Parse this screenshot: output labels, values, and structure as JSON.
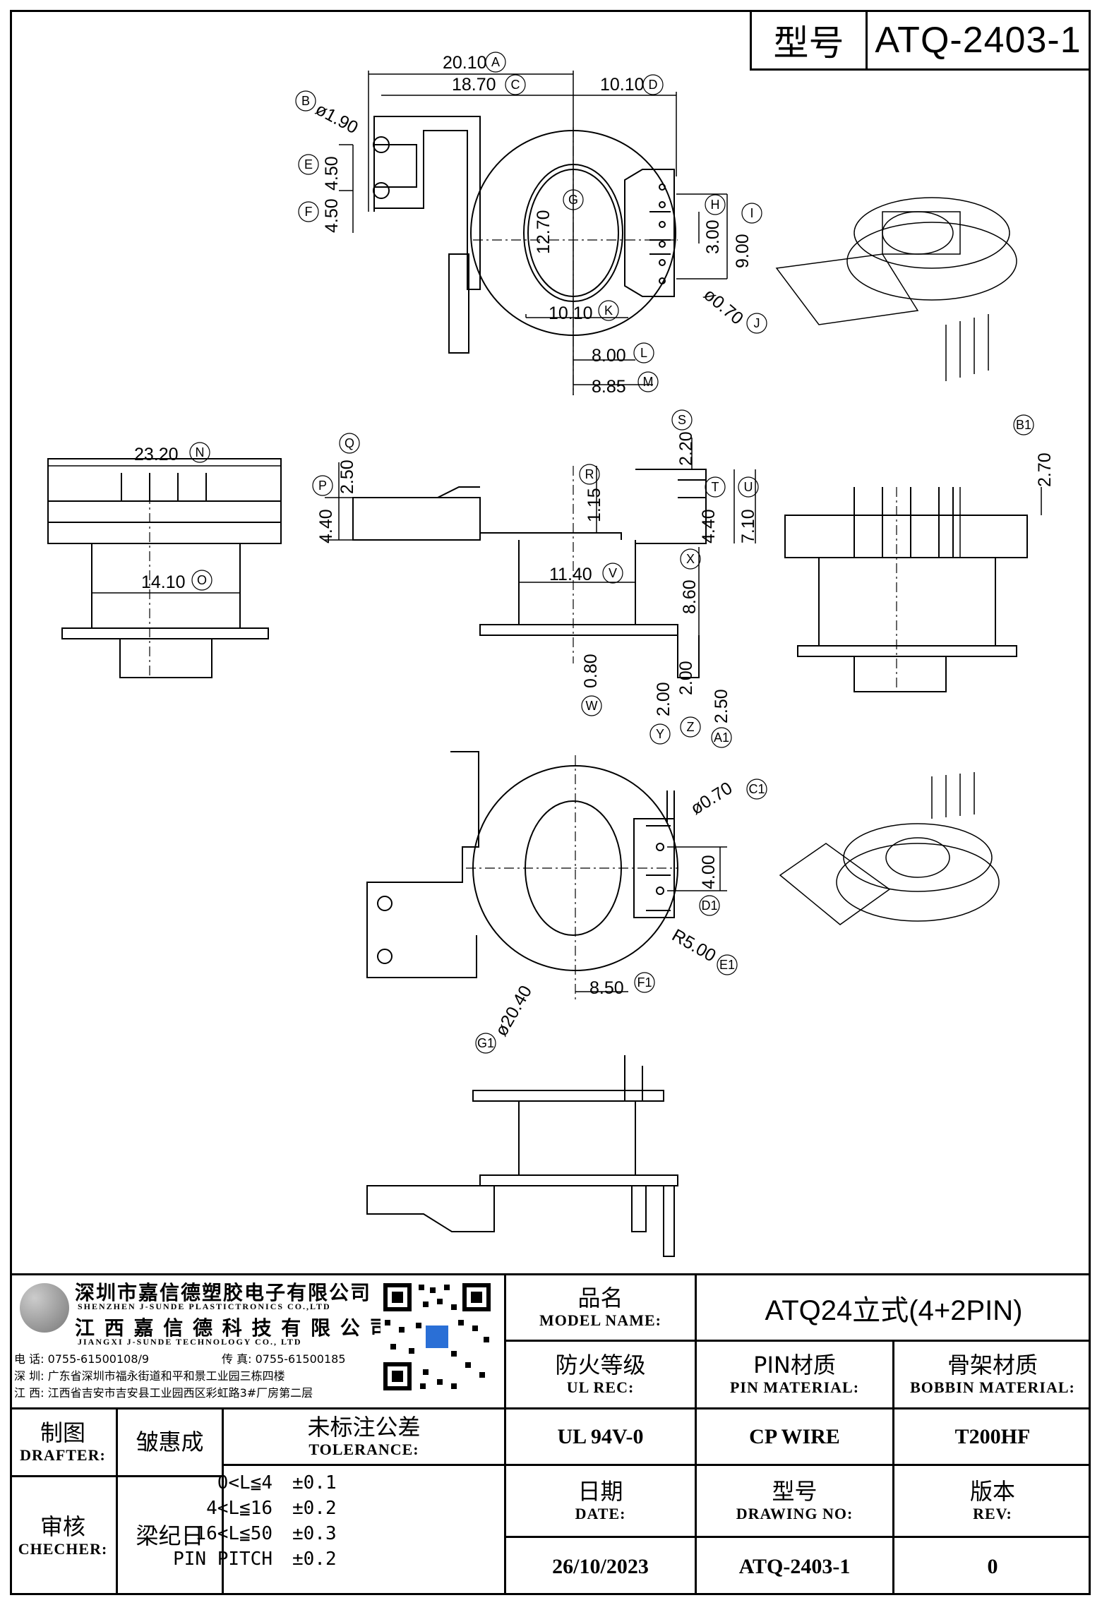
{
  "header": {
    "type_label": "型号",
    "type_value": "ATQ-2403-1"
  },
  "dimensions": {
    "A": "20.10",
    "B": "ø1.90",
    "C": "18.70",
    "D": "10.10",
    "E": "4.50",
    "F": "4.50",
    "G": "12.70",
    "H": "3.00",
    "I": "9.00",
    "J": "ø0.70",
    "K": "10.10",
    "L": "8.00",
    "M": "8.85",
    "N": "23.20",
    "O": "14.10",
    "P": "4.40",
    "Q": "2.50",
    "R": "1.15",
    "S": "2.20",
    "T": "4.40",
    "U": "7.10",
    "V": "11.40",
    "W": "0.80",
    "X": "8.60",
    "Y": "2.00",
    "Z": "2.00",
    "A1": "2.50",
    "B1": "2.70",
    "C1": "ø0.70",
    "D1": "4.00",
    "E1": "R5.00",
    "F1": "8.50",
    "G1": "ø20.40"
  },
  "company": {
    "name_cn_1": "深圳市嘉信德塑胶电子有限公司",
    "name_en_1": "SHENZHEN J-SUNDE PLASTICTRONICS CO.,LTD",
    "name_cn_2": "江 西 嘉 信 德 科 技 有 限 公 司",
    "name_en_2": "JIANGXI J-SUNDE TECHNOLOGY CO., LTD",
    "phone": "电 话: 0755-61500108/9",
    "fax": "传 真: 0755-61500185",
    "addr_sz": "深 圳: 广东省深圳市福永街道和平和景工业园三栋四楼",
    "addr_jx": "江 西: 江西省吉安市吉安县工业园西区彩虹路3#厂房第二层"
  },
  "title_block": {
    "model_name_cn": "品名",
    "model_name_en": "MODEL NAME:",
    "model_name_value": "ATQ24立式(4+2PIN)",
    "ul_cn": "防火等级",
    "ul_en": "UL REC:",
    "ul_value": "UL 94V-0",
    "pin_cn": "PIN材质",
    "pin_en": "PIN MATERIAL:",
    "pin_value": "CP WIRE",
    "bobbin_cn": "骨架材质",
    "bobbin_en": "BOBBIN MATERIAL:",
    "bobbin_value": "T200HF",
    "drafter_cn": "制图",
    "drafter_en": "DRAFTER:",
    "drafter_value": "皱惠成",
    "checker_cn": "审核",
    "checker_en": "CHECHER:",
    "checker_value": "梁纪日",
    "tolerance_cn": "未标注公差",
    "tolerance_en": "TOLERANCE:",
    "tolerance_rows": [
      {
        "range": "0<L≦4",
        "value": "±0.1"
      },
      {
        "range": "4<L≦16",
        "value": "±0.2"
      },
      {
        "range": "16<L≦50",
        "value": "±0.3"
      },
      {
        "range": "PIN PITCH",
        "value": "±0.2"
      }
    ],
    "date_cn": "日期",
    "date_en": "DATE:",
    "date_value": "26/10/2023",
    "drawing_cn": "型号",
    "drawing_en": "DRAWING NO:",
    "drawing_value": "ATQ-2403-1",
    "rev_cn": "版本",
    "rev_en": "REV:",
    "rev_value": "0"
  }
}
